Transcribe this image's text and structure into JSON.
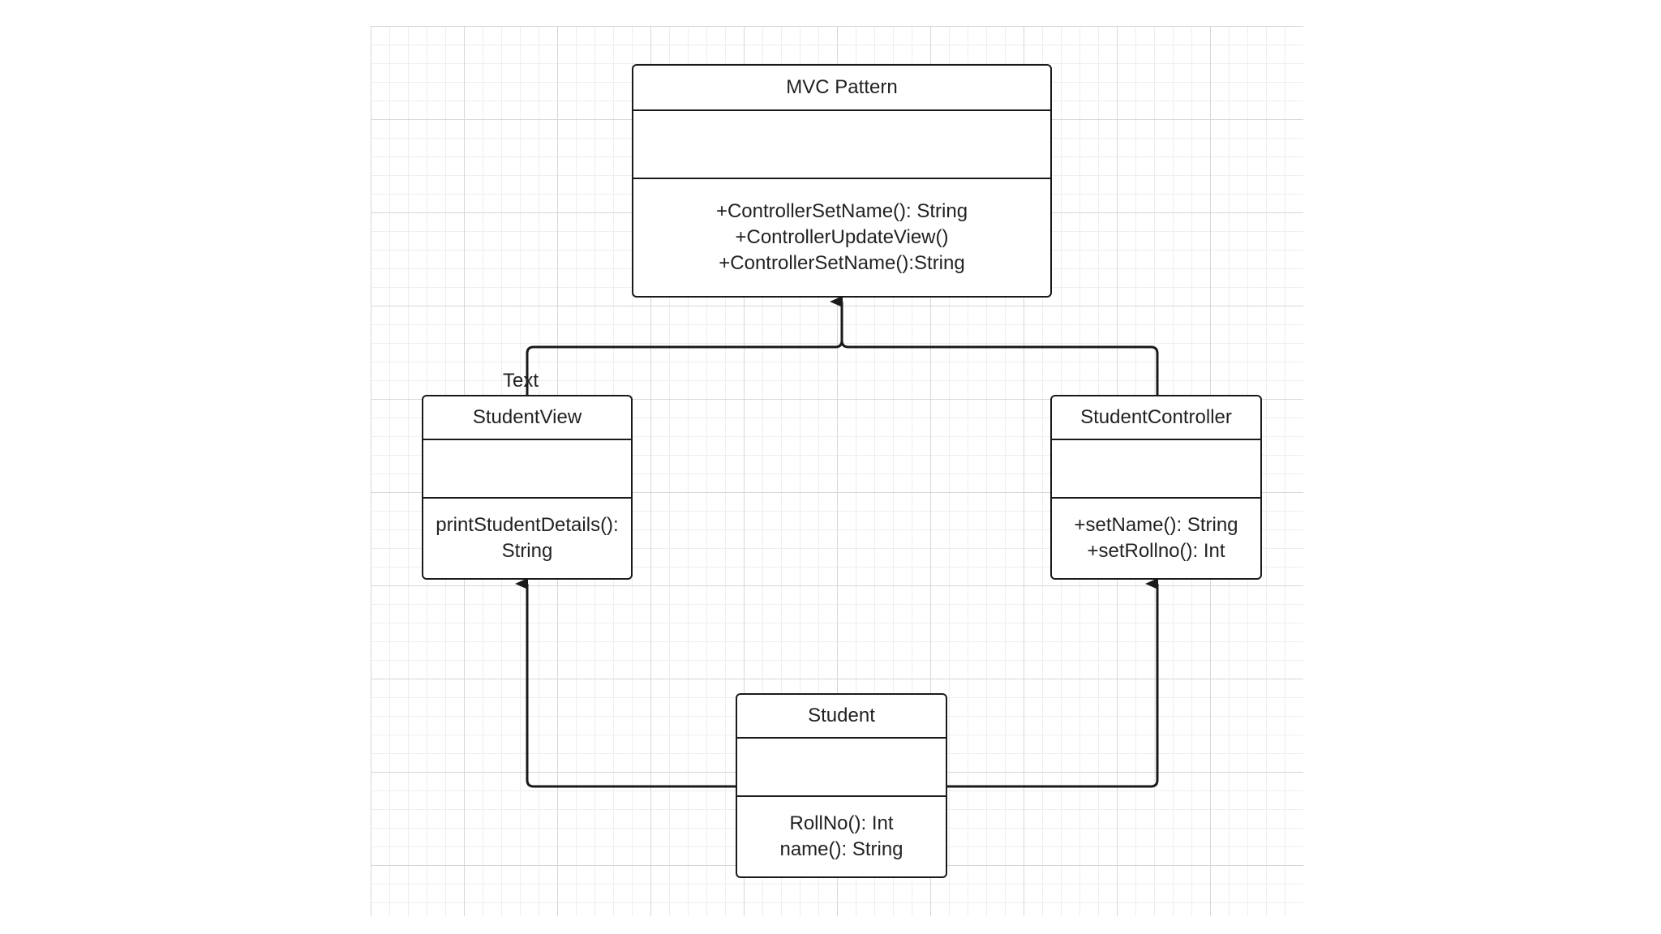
{
  "diagram": {
    "classes": {
      "mvc": {
        "name": "MVC Pattern",
        "methods": [
          "+ControllerSetName(): String",
          "+ControllerUpdateView()",
          "+ControllerSetName():String"
        ]
      },
      "view": {
        "name": "StudentView",
        "methods": [
          "printStudentDetails():",
          "String"
        ]
      },
      "controller": {
        "name": "StudentController",
        "methods": [
          "+setName(): String",
          "+setRollno(): Int"
        ]
      },
      "student": {
        "name": "Student",
        "methods": [
          "RollNo(): Int",
          "name(): String"
        ]
      }
    },
    "edge_label": "Text",
    "colors": {
      "line": "#1a1a1a",
      "grid_major": "#d7d7d7",
      "grid_minor": "#eeeeee"
    }
  }
}
